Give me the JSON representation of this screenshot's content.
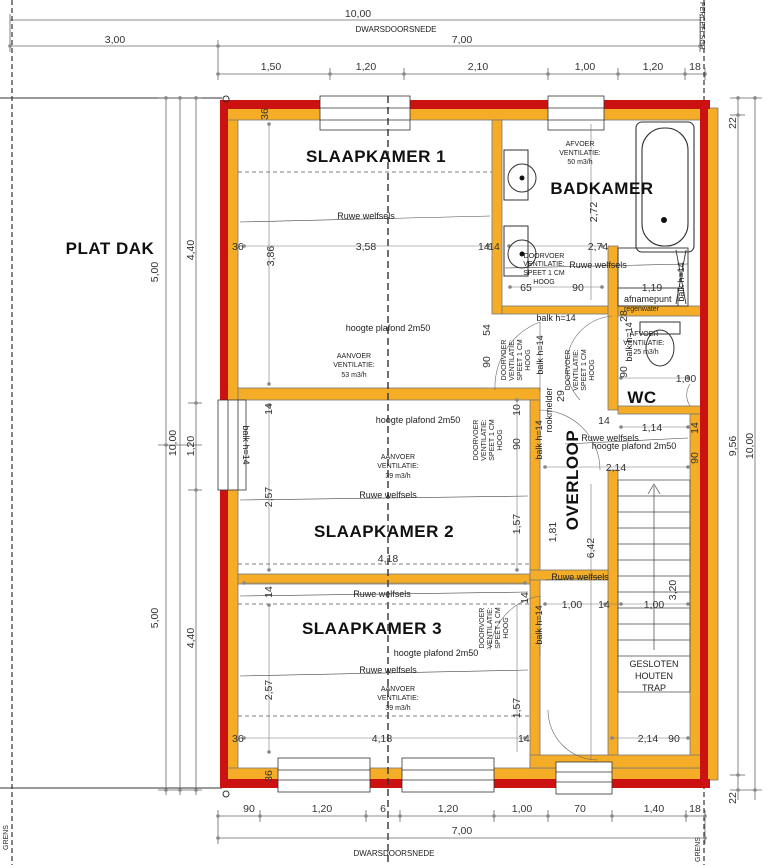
{
  "labels": {
    "section_top": "DWARSDOORSNEDE",
    "section_bottom": "DWARSDOORSNEDE",
    "perceelsgrens": "PERCEELSGR",
    "grens": "GRENS",
    "plat_dak": "PLAT DAK",
    "slaapkamer1": "SLAAPKAMER 1",
    "slaapkamer2": "SLAAPKAMER 2",
    "slaapkamer3": "SLAAPKAMER 3",
    "badkamer": "BADKAMER",
    "wc": "WC",
    "overloop": "OVERLOOP",
    "trap_1": "GESLOTEN",
    "trap_2": "HOUTEN",
    "trap_3": "TRAP",
    "ruwe_welfsels": "Ruwe welfsels",
    "hoogte_plafond": "hoogte plafond 2m50",
    "balk": "balk h=14",
    "rookmelder": "rookmelder",
    "afvoer_vent_1": "AFVOER",
    "afvoer_vent_2": "VENTILATIE:",
    "afvoer_bad_val": "50 m3/h",
    "afvoer_wc_val": "25 m3/h",
    "aanvoer_1": "AANVOER",
    "aanvoer_2": "VENTILATIE:",
    "aanvoer_sk1_val": "53 m3/h",
    "aanvoer_sk2_val": "39 m3/h",
    "aanvoer_sk3_val": "39 m3/h",
    "doorvoer_1": "DOORVOER",
    "doorvoer_2": "VENTILATIE:",
    "doorvoer_3": "SPEET 1 CM",
    "doorvoer_4": "HOOG",
    "afname_1": "afnamepunt",
    "afname_2": "regenwater"
  },
  "dims": {
    "top_total": "10,00",
    "top_left": "3,00",
    "top_right": "7,00",
    "top_segments": [
      "1,50",
      "1,20",
      "2,10",
      "1,00",
      "1,20",
      "18"
    ],
    "bottom_segments": [
      "90",
      "1,20",
      "6",
      "1,20",
      "1,00",
      "70",
      "1,40",
      "18"
    ],
    "bottom_total": "7,00",
    "left_outer_top": "5,00",
    "left_outer_bottom": "5,00",
    "left_total": "10,00",
    "left_inner_top": "4,40",
    "left_inner_mid": "1,20",
    "left_inner_bottom": "4,40",
    "right_total_a": "9,56",
    "right_total_b": "10,00",
    "right_top": "22",
    "right_bottom": "22",
    "sk1_w": "3,58",
    "sk1_h": "3,86",
    "sk1_36": "36",
    "sk1_14": "14",
    "sk1_top36": "36",
    "bad_w": "2,74",
    "bad_h": "2,72",
    "bad_65": "65",
    "bad_90": "90",
    "d_119": "1,19",
    "d_54": "54",
    "d_90a": "90",
    "d_14a": "14",
    "d_28": "28",
    "d_90b": "90",
    "d_100a": "1,00",
    "d_114": "1,14",
    "d_90c": "90",
    "d_14b": "14",
    "d_10": "10",
    "d_29": "29",
    "d_14c": "14",
    "d_90d": "90",
    "d_214a": "2,14",
    "d_14d": "14",
    "sk2_257": "2,57",
    "sk2_418": "4,18",
    "sk2_157": "1,57",
    "d_181": "1,81",
    "d_642": "6,42",
    "d_100b": "1,00",
    "d_14e": "14",
    "d_100c": "1,00",
    "d_320": "3,20",
    "sk3_257": "2,57",
    "sk3_157": "1,57",
    "sk3_36": "36",
    "sk3_418": "4,18",
    "sk3_14": "14",
    "d_214b": "2,14",
    "d_90e": "90",
    "sk3_36b": "36",
    "d_14f": "14",
    "d_14g": "14"
  },
  "colors": {
    "wall_fill": "#f5ad28",
    "wall_outline": "#777777",
    "facade": "#cc1111",
    "line": "#333333",
    "dim_line": "#666666"
  }
}
